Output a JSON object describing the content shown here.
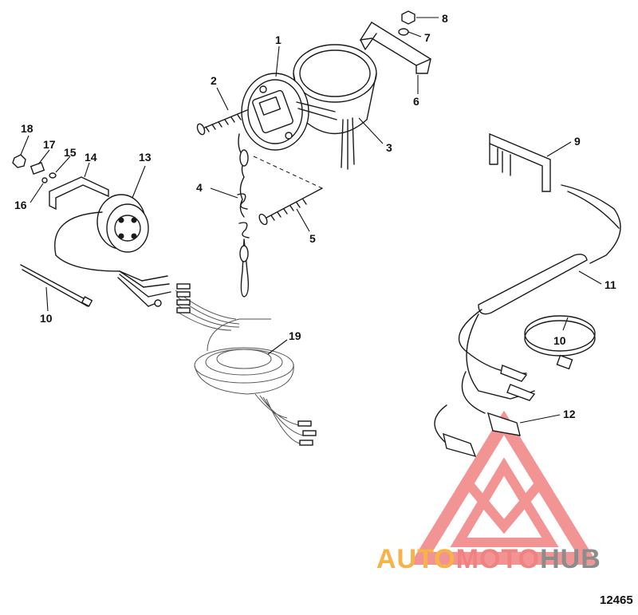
{
  "callouts": [
    {
      "id": "1",
      "label": "1"
    },
    {
      "id": "2",
      "label": "2"
    },
    {
      "id": "3",
      "label": "3"
    },
    {
      "id": "4",
      "label": "4"
    },
    {
      "id": "5",
      "label": "5"
    },
    {
      "id": "6",
      "label": "6"
    },
    {
      "id": "7",
      "label": "7"
    },
    {
      "id": "8",
      "label": "8"
    },
    {
      "id": "9",
      "label": "9"
    },
    {
      "id": "10a",
      "label": "10"
    },
    {
      "id": "10b",
      "label": "10"
    },
    {
      "id": "11",
      "label": "11"
    },
    {
      "id": "12",
      "label": "12"
    },
    {
      "id": "13",
      "label": "13"
    },
    {
      "id": "14",
      "label": "14"
    },
    {
      "id": "15",
      "label": "15"
    },
    {
      "id": "16",
      "label": "16"
    },
    {
      "id": "17",
      "label": "17"
    },
    {
      "id": "18",
      "label": "18"
    },
    {
      "id": "19",
      "label": "19"
    }
  ],
  "watermark": {
    "part1": "AUTO",
    "part2": "MOTO",
    "part3": "HUB",
    "colors": {
      "auto": "#f7b24a",
      "moto": "#f08282",
      "hub": "#8c8c8c",
      "logo": "#f08282"
    }
  },
  "figure_number": "12465"
}
